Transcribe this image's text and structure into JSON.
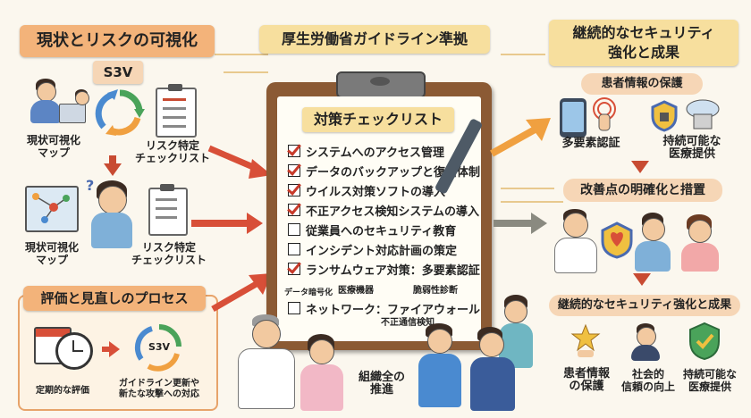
{
  "left": {
    "top_banner": "現状とリスクの可視化",
    "s3v_badge": "S3V",
    "map_label_1": "現状可視化\nマップ",
    "checklist_label_1": "リスク特定\nチェックリスト",
    "map_label_2": "現状可視化\nマップ",
    "checklist_label_2": "リスク特定\nチェックリスト",
    "review_banner": "評価と見直しのプロセス",
    "regular_eval": "定期的な評価",
    "s3v_cycle": "S3V",
    "guideline_update": "ガイドライン更新や\n新たな攻撃への対応"
  },
  "center": {
    "top_banner": "厚生労働省ガイドライン準拠",
    "clipboard_title": "対策チェックリスト",
    "checklist": [
      {
        "text": "システムへのアクセス管理",
        "checked": true
      },
      {
        "text": "データのバックアップと復旧体制",
        "checked": true
      },
      {
        "text": "ウイルス対策ソフトの導入",
        "checked": true
      },
      {
        "text": "不正アクセス検知システムの導入",
        "checked": true
      },
      {
        "text": "従業員へのセキュリティ教育",
        "checked": false
      },
      {
        "text": "インシデント対応計画の策定",
        "checked": false
      },
      {
        "text": "ランサムウェア対策：多要素認証",
        "checked": true
      }
    ],
    "sub_medical": "医療機器",
    "sub_vuln": "脆弱性診断",
    "data_encrypt": "データ暗号化",
    "network_line": "ネットワーク：ファイアウォール",
    "network_sub": "不正通信検知",
    "org_label": "組織全の\n推進"
  },
  "right": {
    "top_banner": "継続的なセキュリティ\n強化と成果",
    "patient_protect": "患者情報の保護",
    "mfa": "多要素認証",
    "sustainable": "持続可能な\n医療提供",
    "clarify": "改善点の明確化と措置",
    "continuous": "継続的なセキュリティ強化と成果",
    "outcome_1": "患者情報\nの保護",
    "outcome_2": "社会的\n信頼の向上",
    "outcome_3": "持続可能な\n医療提供"
  },
  "colors": {
    "red_arrow": "#d84f38",
    "gray_arrow": "#8a8a80",
    "orange_arrow": "#f0a040",
    "banner_orange": "#f3b37a",
    "banner_yellow": "#f7df9e",
    "clipboard_brown": "#8b5a34"
  }
}
